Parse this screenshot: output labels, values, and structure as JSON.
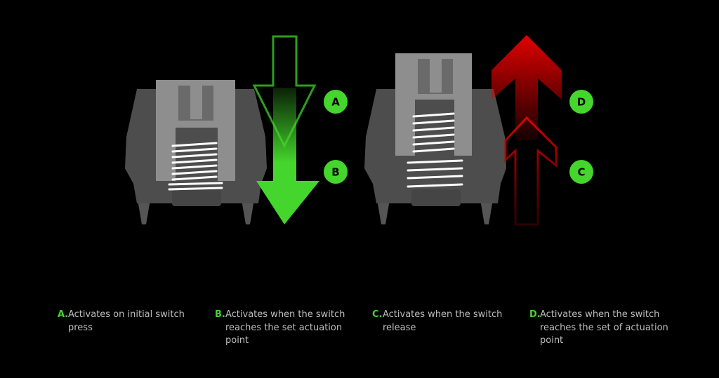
{
  "badges": {
    "a": "A",
    "b": "B",
    "c": "C",
    "d": "D"
  },
  "captions": [
    {
      "letter": "A.",
      "text": "Activates on initial switch press"
    },
    {
      "letter": "B.",
      "text": "Activates when the switch reaches the set actuation point"
    },
    {
      "letter": "C.",
      "text": "Activates when the switch release"
    },
    {
      "letter": "D.",
      "text": "Activates when the switch reaches the set of actuation point"
    }
  ],
  "colors": {
    "background": "#000000",
    "accent_green": "#44d62c",
    "accent_red": "#e00000",
    "housing": "#4d4d4d",
    "stem": "#8c8c8c",
    "caption_text": "#bdbdbd"
  }
}
